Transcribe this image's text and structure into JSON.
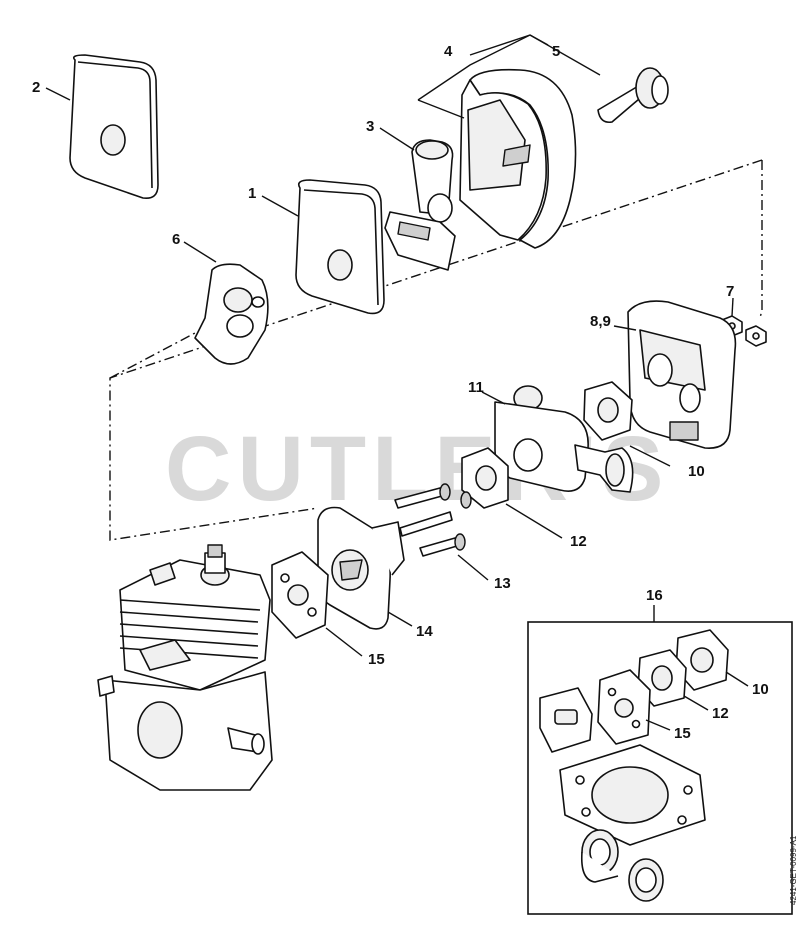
{
  "watermark": "CUTLER'S",
  "drawing_ref": "4241-GET-0099-A1",
  "callouts": {
    "c1": "1",
    "c2": "2",
    "c3": "3",
    "c4": "4",
    "c5": "5",
    "c6": "6",
    "c7": "7",
    "c89": "8,9",
    "c10": "10",
    "c11": "11",
    "c12": "12",
    "c13": "13",
    "c14": "14",
    "c15": "15",
    "c16": "16",
    "c10b": "10",
    "c12b": "12",
    "c15b": "15"
  }
}
